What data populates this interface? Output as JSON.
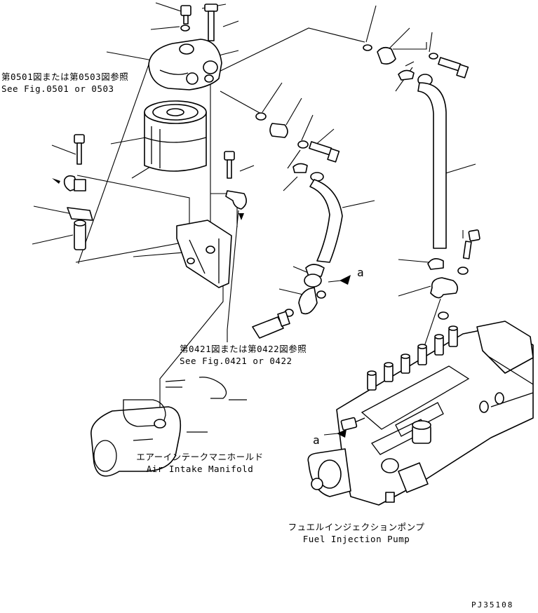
{
  "labels": {
    "ref_0501_jp": "第0501図または第0503図参照",
    "ref_0501_en": "See Fig.0501 or 0503",
    "ref_0421_jp": "第0421図または第0422図参照",
    "ref_0421_en": "See Fig.0421 or 0422",
    "manifold_jp": "エアーインテークマニホールド",
    "manifold_en": "Air Intake Manifold",
    "pump_jp": "フュエルインジェクションポンプ",
    "pump_en": "Fuel Injection Pump",
    "marker_a_right": "a",
    "marker_a_left": "a",
    "drawing_code": "PJ35108"
  }
}
